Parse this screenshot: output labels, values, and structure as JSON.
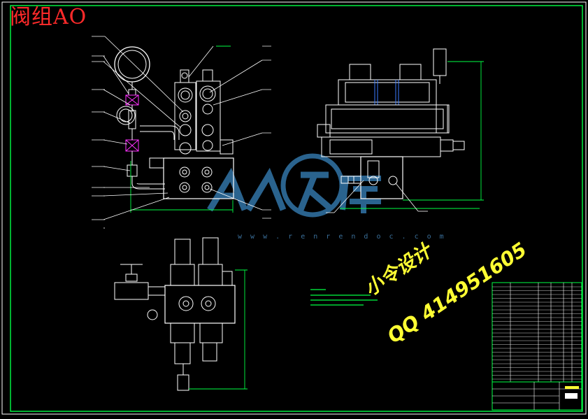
{
  "drawing": {
    "title": "阀组AO",
    "watermark_url": "w w w . r e n r e n d o c . c o m",
    "promo_line1": "小令设计",
    "promo_line2": "QQ 414951605"
  },
  "colors": {
    "background": "#000000",
    "line": "#ffffff",
    "dimension": "#00ff44",
    "title_red": "#ff2a2a",
    "promo_yellow": "#ffff33",
    "watermark_blue": "#2f6e9e",
    "accent_magenta": "#ff33ff",
    "accent_blue": "#3b7dff"
  }
}
